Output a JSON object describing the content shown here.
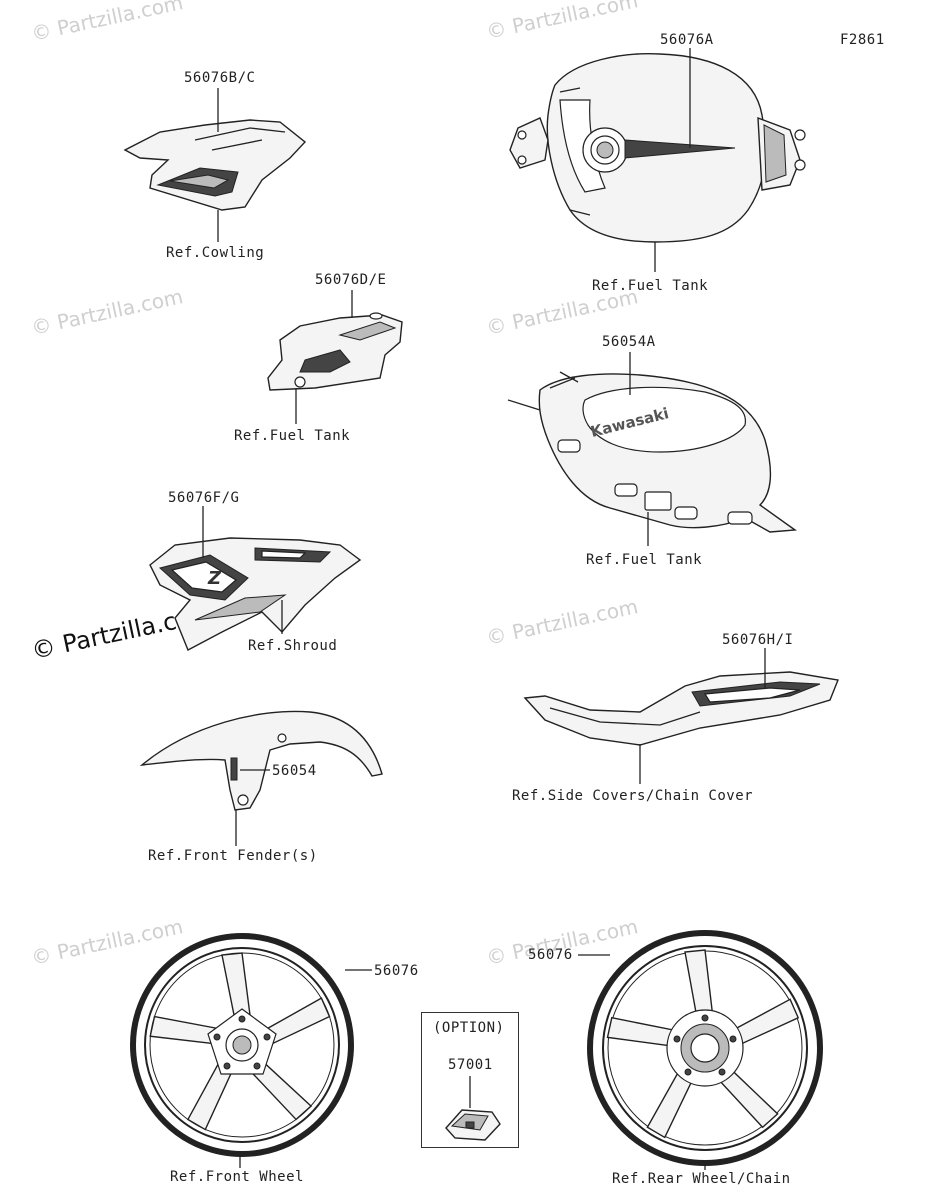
{
  "figure_code": "F2861",
  "watermark": "© Partzilla.com",
  "watermark_prominent": "© Partzilla.com",
  "callouts": {
    "c1": "56076B/C",
    "c2": "56076A",
    "c3": "56076D/E",
    "c4": "56054A",
    "c5": "56076F/G",
    "c6": "56076H/I",
    "c7": "56054",
    "c8": "56076",
    "c9": "56076",
    "c10": "57001"
  },
  "references": {
    "r1": "Ref.Cowling",
    "r2": "Ref.Fuel Tank",
    "r3": "Ref.Fuel Tank",
    "r4": "Ref.Fuel Tank",
    "r5": "Ref.Shroud",
    "r6": "Ref.Side Covers/Chain Cover",
    "r7": "Ref.Front Fender(s)",
    "r8": "Ref.Front Wheel",
    "r9": "Ref.Rear Wheel/Chain"
  },
  "option_label": "(OPTION)",
  "tank_brand_text": "Kawasaki",
  "shroud_badge_text": "Z"
}
